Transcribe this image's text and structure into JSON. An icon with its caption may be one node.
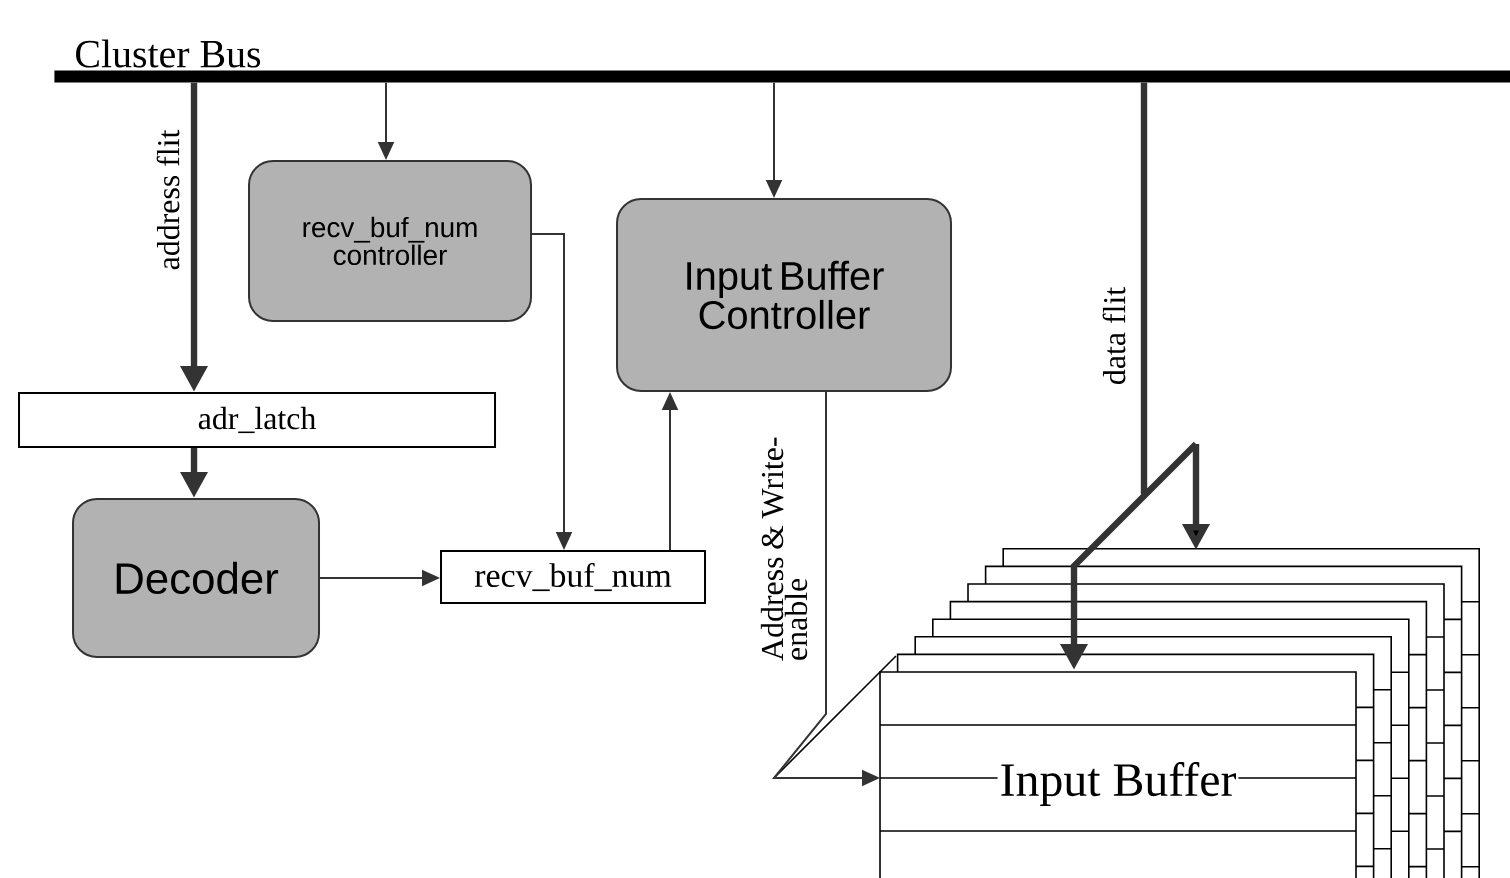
{
  "diagram": {
    "nodes": [
      {
        "text": [
          "Cluster Bus"
        ]
      },
      {
        "text": [
          "recv_buf_num controller"
        ]
      },
      {
        "text": [
          "Input Buffer Controller"
        ]
      },
      {
        "text": [
          "adr_latch"
        ]
      },
      {
        "text": [
          "Decoder"
        ]
      },
      {
        "text": [
          "recv_buf_num"
        ]
      },
      {
        "text": [
          "Input Buffer"
        ]
      }
    ],
    "edges": [
      {
        "from": 0,
        "to": 3,
        "arrow": "to",
        "style": "thick",
        "label": "address flit"
      },
      {
        "from": 0,
        "to": 1,
        "arrow": "to"
      },
      {
        "from": 0,
        "to": 2,
        "arrow": "to"
      },
      {
        "from": 0,
        "to": 6,
        "arrow": "to",
        "style": "thick",
        "label": "data flit"
      },
      {
        "from": 3,
        "to": 4,
        "arrow": "to",
        "style": "thick"
      },
      {
        "from": 4,
        "to": 5,
        "arrow": "to"
      },
      {
        "from": 1,
        "to": 5,
        "arrow": "to"
      },
      {
        "from": 5,
        "to": 2,
        "arrow": "to"
      },
      {
        "from": 2,
        "to": 6,
        "arrow": "to",
        "label": "Address & Write-enable"
      }
    ]
  }
}
